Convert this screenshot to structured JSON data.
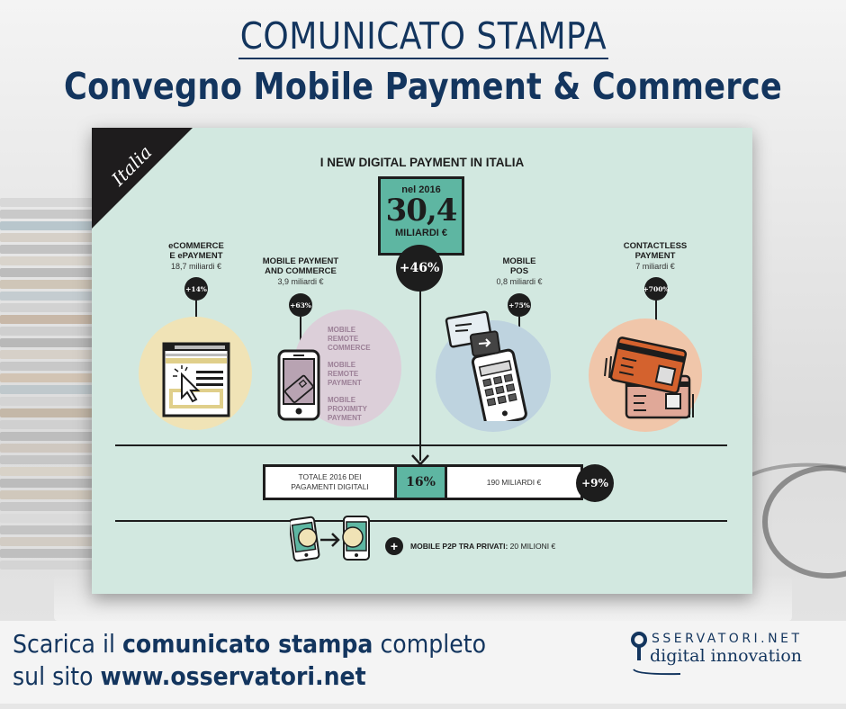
{
  "header": {
    "subtitle": "COMUNICATO STAMPA",
    "title": "Convegno Mobile Payment & Commerce"
  },
  "infographic": {
    "corner_label": "Italia",
    "title": "I NEW DIGITAL PAYMENT IN ITALIA",
    "headline": {
      "year_label": "nel 2016",
      "value": "30,4",
      "unit": "MILIARDI €",
      "growth": "+46%"
    },
    "categories": [
      {
        "name_line1": "eCOMMERCE",
        "name_line2": "E ePAYMENT",
        "amount": "18,7 miliardi €",
        "growth": "+14%",
        "icon": "browser-cursor-icon",
        "color": "#f0e3b6"
      },
      {
        "name_line1": "MOBILE PAYMENT",
        "name_line2": "AND COMMERCE",
        "amount": "3,9 miliardi €",
        "growth": "+63%",
        "icon": "smartphone-card-icon",
        "color": "#dccfd9",
        "sub_items": [
          "MOBILE REMOTE COMMERCE",
          "MOBILE REMOTE PAYMENT",
          "MOBILE PROXIMITY PAYMENT"
        ]
      },
      {
        "name_line1": "MOBILE",
        "name_line2": "POS",
        "amount": "0,8 miliardi €",
        "growth": "+75%",
        "icon": "mobile-pos-icon",
        "color": "#bed3df"
      },
      {
        "name_line1": "CONTACTLESS",
        "name_line2": "PAYMENT",
        "amount": "7 miliardi €",
        "growth": "+700%",
        "icon": "contactless-cards-icon",
        "color": "#f0c6aa"
      }
    ],
    "total": {
      "label_line1": "TOTALE 2016 DEI",
      "label_line2": "PAGAMENTI DIGITALI",
      "share": "16%",
      "amount": "190 MILIARDI €",
      "growth": "+9%"
    },
    "p2p": {
      "plus": "+",
      "label": "MOBILE P2P TRA PRIVATI:",
      "value": " 20 MILIONI €"
    }
  },
  "footer": {
    "line1_pre": "Scarica il ",
    "line1_bold": "comunicato stampa",
    "line1_post": " completo",
    "line2_pre": "sul sito ",
    "line2_bold": "www.osservatori.net"
  },
  "logo": {
    "brand": "SSERVATORI.NET",
    "tagline": "digital innovation"
  },
  "colors": {
    "navy": "#13355e",
    "card_bg": "#d2e8e0",
    "teal": "#5eb6a2",
    "ink": "#1d1d1d"
  }
}
